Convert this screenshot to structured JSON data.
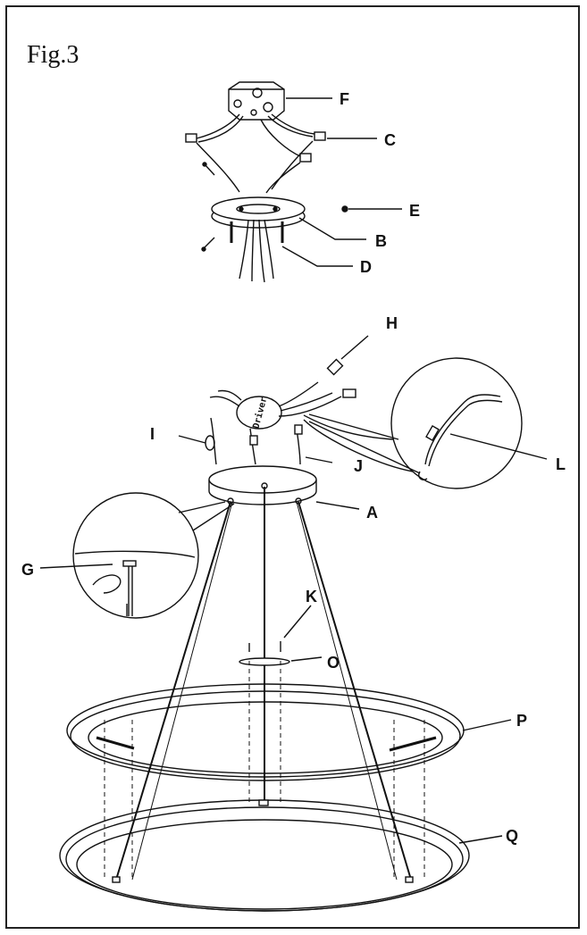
{
  "figure": {
    "title": "Fig.3"
  },
  "driver_text": "Driver",
  "labels": {
    "F": "F",
    "C": "C",
    "E": "E",
    "B": "B",
    "D": "D",
    "H": "H",
    "I": "I",
    "J": "J",
    "L": "L",
    "A": "A",
    "G": "G",
    "K": "K",
    "O": "O",
    "P": "P",
    "Q": "Q"
  },
  "colors": {
    "ink": "#111111",
    "background": "#ffffff"
  }
}
